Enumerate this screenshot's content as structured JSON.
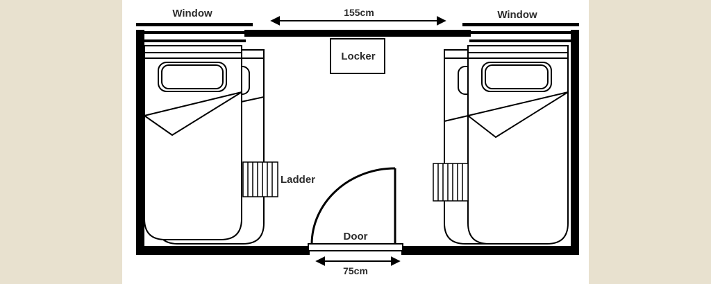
{
  "labels": {
    "window_left": "Window",
    "window_right": "Window",
    "width_dimension": "155cm",
    "locker": "Locker",
    "ladder": "Ladder",
    "door": "Door",
    "door_dimension": "75cm"
  },
  "colors": {
    "background": "#e8e1cf",
    "room": "#ffffff",
    "wall": "#000000",
    "text": "#2b2b2b"
  }
}
